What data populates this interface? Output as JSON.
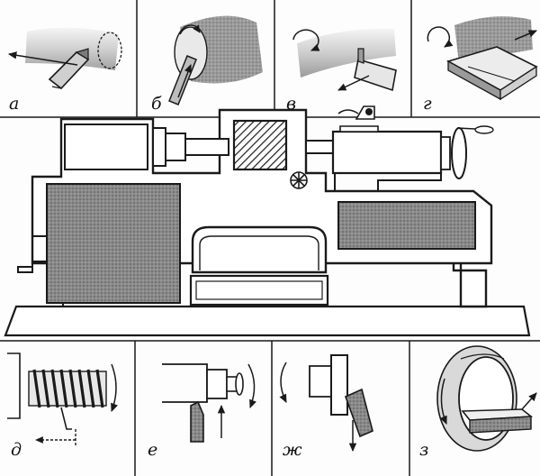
{
  "labels": {
    "a": "а",
    "b": "б",
    "v": "в",
    "g": "г",
    "d": "д",
    "e": "е",
    "zh": "ж",
    "z": "з"
  },
  "colors": {
    "ink": "#1a1a1a",
    "shade_dark": "#6e6e6e",
    "shade_mid": "#9a9a9a",
    "shade_light": "#d2d2d2",
    "paper": "#fdfdfd"
  }
}
